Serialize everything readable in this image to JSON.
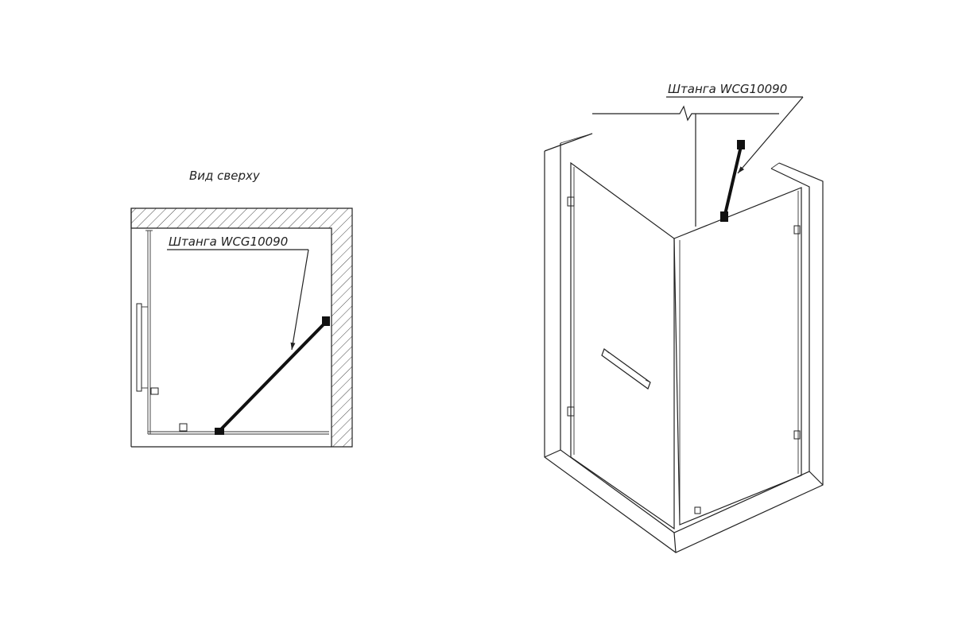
{
  "top_view": {
    "title": "Вид сверху",
    "rod_label": "Штанга WCG10090"
  },
  "iso_view": {
    "rod_label": "Штанга WCG10090"
  }
}
